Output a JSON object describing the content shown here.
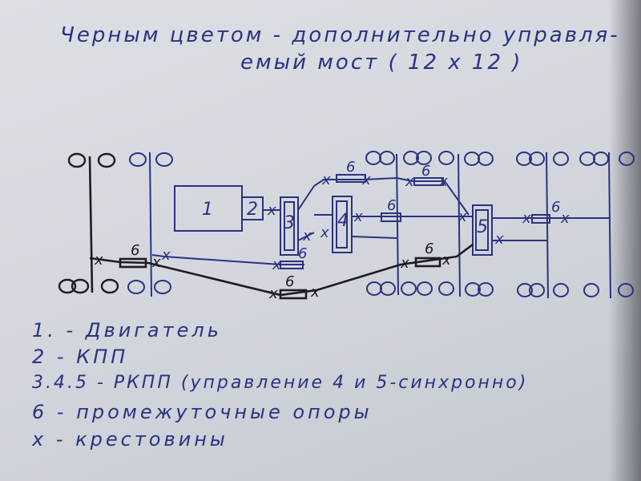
{
  "title": {
    "line1": "Черным цветом - дополнительно управля-",
    "line2": "емый мост ( 12 х 12 )"
  },
  "diagram": {
    "block_labels": [
      "1",
      "2",
      "3",
      "4",
      "5"
    ],
    "support_label": "6",
    "cross_symbol": "x"
  },
  "legend": [
    "1. - Двигатель",
    "2 - КПП",
    "3.4.5 - РКПП (управление 4 и 5-синхронно)",
    "6 - промежуточные опоры",
    "х - крестовины"
  ],
  "colors": {
    "ink_blue": "#2b3280",
    "ink_black": "#1c1c22",
    "paper": "#d6d9de"
  }
}
